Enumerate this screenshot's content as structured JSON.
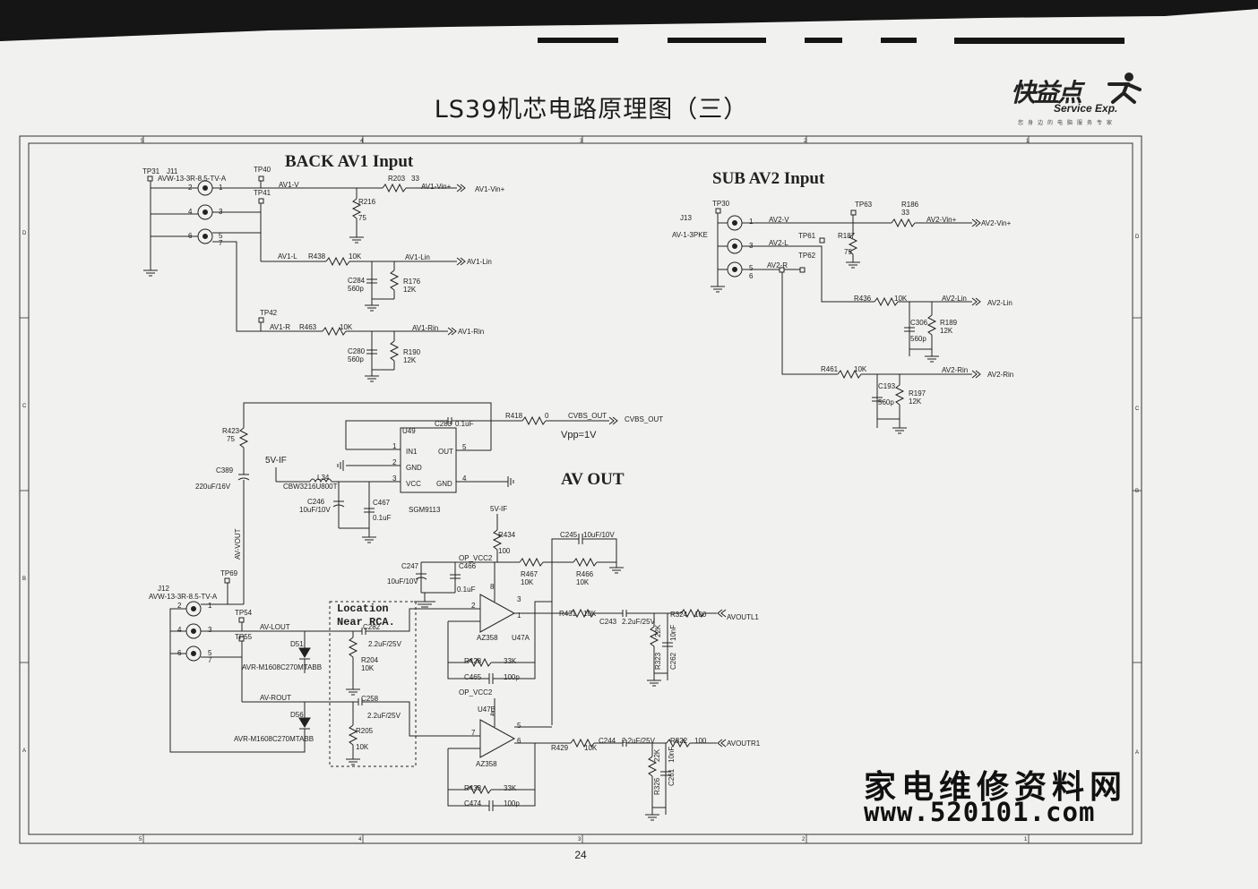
{
  "header": {
    "title": "LS39机芯电路原理图（三）",
    "logo_main": "快益点",
    "logo_sub": "Service Exp.",
    "logo_slogan": "您身边的电脑服务专家"
  },
  "sections": {
    "back_av1": "BACK AV1 Input",
    "sub_av2": "SUB AV2 Input",
    "av_out": "AV OUT"
  },
  "annotations": {
    "location_line1": "Location",
    "location_line2": "Near RCA.",
    "vpp": "Vpp=1V"
  },
  "back_av1": {
    "tp31": "TP31",
    "j11": "J11",
    "connector": "AVW-13-3R-8.5-TV-A",
    "tp40": "TP40",
    "tp41": "TP41",
    "tp42": "TP42",
    "pins": [
      "2",
      "1",
      "4",
      "3",
      "6",
      "5",
      "7"
    ],
    "av1_v": "AV1-V",
    "r203": "R203",
    "r203_val": "33",
    "net_vin": "AV1-Vin+",
    "r216": "R216",
    "r216_val": "75",
    "av1_l": "AV1-L",
    "r438": "R438",
    "r438_val": "10K",
    "net_lin": "AV1-Lin",
    "c284": "C284",
    "c284_val": "560p",
    "r176": "R176",
    "r176_val": "12K",
    "av1_r": "AV1-R",
    "r463": "R463",
    "r463_val": "10K",
    "net_rin": "AV1-Rin",
    "c280": "C280",
    "c280_val": "560p",
    "r190": "R190",
    "r190_val": "12K"
  },
  "sub_av2": {
    "tp30": "TP30",
    "j13": "J13",
    "connector": "AV-1-3PKE",
    "pins": [
      "1",
      "3",
      "5",
      "6"
    ],
    "av2_v": "AV2-V",
    "tp63": "TP63",
    "r186": "R186",
    "r186_val": "33",
    "net_vin": "AV2-Vin+",
    "av2_l": "AV2-L",
    "tp61": "TP61",
    "tp62": "TP62",
    "r187": "R187",
    "r187_val": "75",
    "av2_r": "AV2-R",
    "r436": "R436",
    "r436_val": "10K",
    "net_lin": "AV2-Lin",
    "c306": "C306",
    "c306_val": "560p",
    "r189": "R189",
    "r189_val": "12K",
    "r461": "R461",
    "r461_val": "10K",
    "net_rin": "AV2-Rin",
    "c193": "C193",
    "c193_val": "560p",
    "r197": "R197",
    "r197_val": "12K"
  },
  "av_out": {
    "r423": "R423",
    "r423_val": "75",
    "c389": "C389",
    "c389_val": "220uF/16V",
    "c283": "C283",
    "c283_val": "0.1uF",
    "r418": "R418",
    "r418_val": "0",
    "net_cvbs": "CVBS_OUT",
    "u49": "U49",
    "u49_pin_in1": "IN1",
    "u49_pin_gnd": "GND",
    "u49_pin_vcc": "VCC",
    "u49_pin_out": "OUT",
    "u49_pin_gnd2": "GND",
    "u49_part": "SGM9113",
    "u49_pins": [
      "1",
      "2",
      "3",
      "5",
      "4"
    ],
    "v5if": "5V-IF",
    "l34": "L34",
    "l34_part": "CBW3216U800T",
    "c246": "C246",
    "c246_val": "10uF/10V",
    "c467": "C467",
    "c467_val": "0.1uF",
    "av_vout": "AV-VOUT",
    "tp69": "TP69",
    "j12": "J12",
    "j12_part": "AVW-13-3R-8.5-TV-A",
    "j12_pins": [
      "2",
      "1",
      "4",
      "3",
      "6",
      "5",
      "7"
    ],
    "tp54": "TP54",
    "tp55": "TP55",
    "av_lout": "AV-LOUT",
    "av_rout": "AV-ROUT",
    "d51": "D51",
    "d56": "D56",
    "diode_part": "AVR-M1608C270MTABB",
    "c282": "C282",
    "c282_val": "2.2uF/25V",
    "r204": "R204",
    "r204_val": "10K",
    "c258": "C258",
    "c258_val": "2.2uF/25V",
    "r205": "R205",
    "r205_val": "10K",
    "v5if_2": "5V-IF",
    "r434": "R434",
    "r434_val": "100",
    "c245": "C245",
    "c245_val": "10uF/10V",
    "c247": "C247",
    "c247_val": "10uF/10V",
    "c466": "C466",
    "c466_val": "0.1uF",
    "op_vcc2": "OP_VCC2",
    "r467": "R467",
    "r467_val": "10K",
    "r466": "R466",
    "r466_val": "10K",
    "u47a": "U47A",
    "u47b": "U47B",
    "az358": "AZ358",
    "pin_8": "8",
    "pin_4": "4",
    "u47a_pins": [
      "3",
      "1",
      "2"
    ],
    "u47b_pins": [
      "5",
      "7",
      "6"
    ],
    "r431": "R431",
    "r431_val": "10K",
    "c243": "C243",
    "c243_val": "2.2uF/25V",
    "r324": "R324",
    "r324_val": "100",
    "net_outl": "AVOUTL1",
    "r323": "R323",
    "r323_val": "22K",
    "c262": "C262",
    "c262_val": "10nF",
    "r428": "R428",
    "r428_val": "33K",
    "c465": "C465",
    "c465_val": "100p",
    "r429": "R429",
    "r429_val": "10K",
    "c244": "C244",
    "c244_val": "2.2uF/25V",
    "r322": "R322",
    "r322_val": "100",
    "net_outr": "AVOUTR1",
    "r326": "R326",
    "r326_val": "22K",
    "c261": "C261",
    "c261_val": "10nF",
    "r433": "R433",
    "r433_val": "33K",
    "c474": "C474",
    "c474_val": "100p"
  },
  "frame": {
    "top_cols": [
      "5",
      "4",
      "3",
      "2",
      "1"
    ],
    "bottom_cols": [
      "5",
      "4",
      "3",
      "2",
      "1"
    ],
    "left_rows": [
      "D",
      "C",
      "B",
      "A"
    ],
    "right_rows": [
      "D",
      "C",
      "B",
      "A"
    ]
  },
  "watermark": {
    "line1": "家电维修资料网",
    "line2": "www.520101.com"
  },
  "footer": {
    "page": "24"
  }
}
